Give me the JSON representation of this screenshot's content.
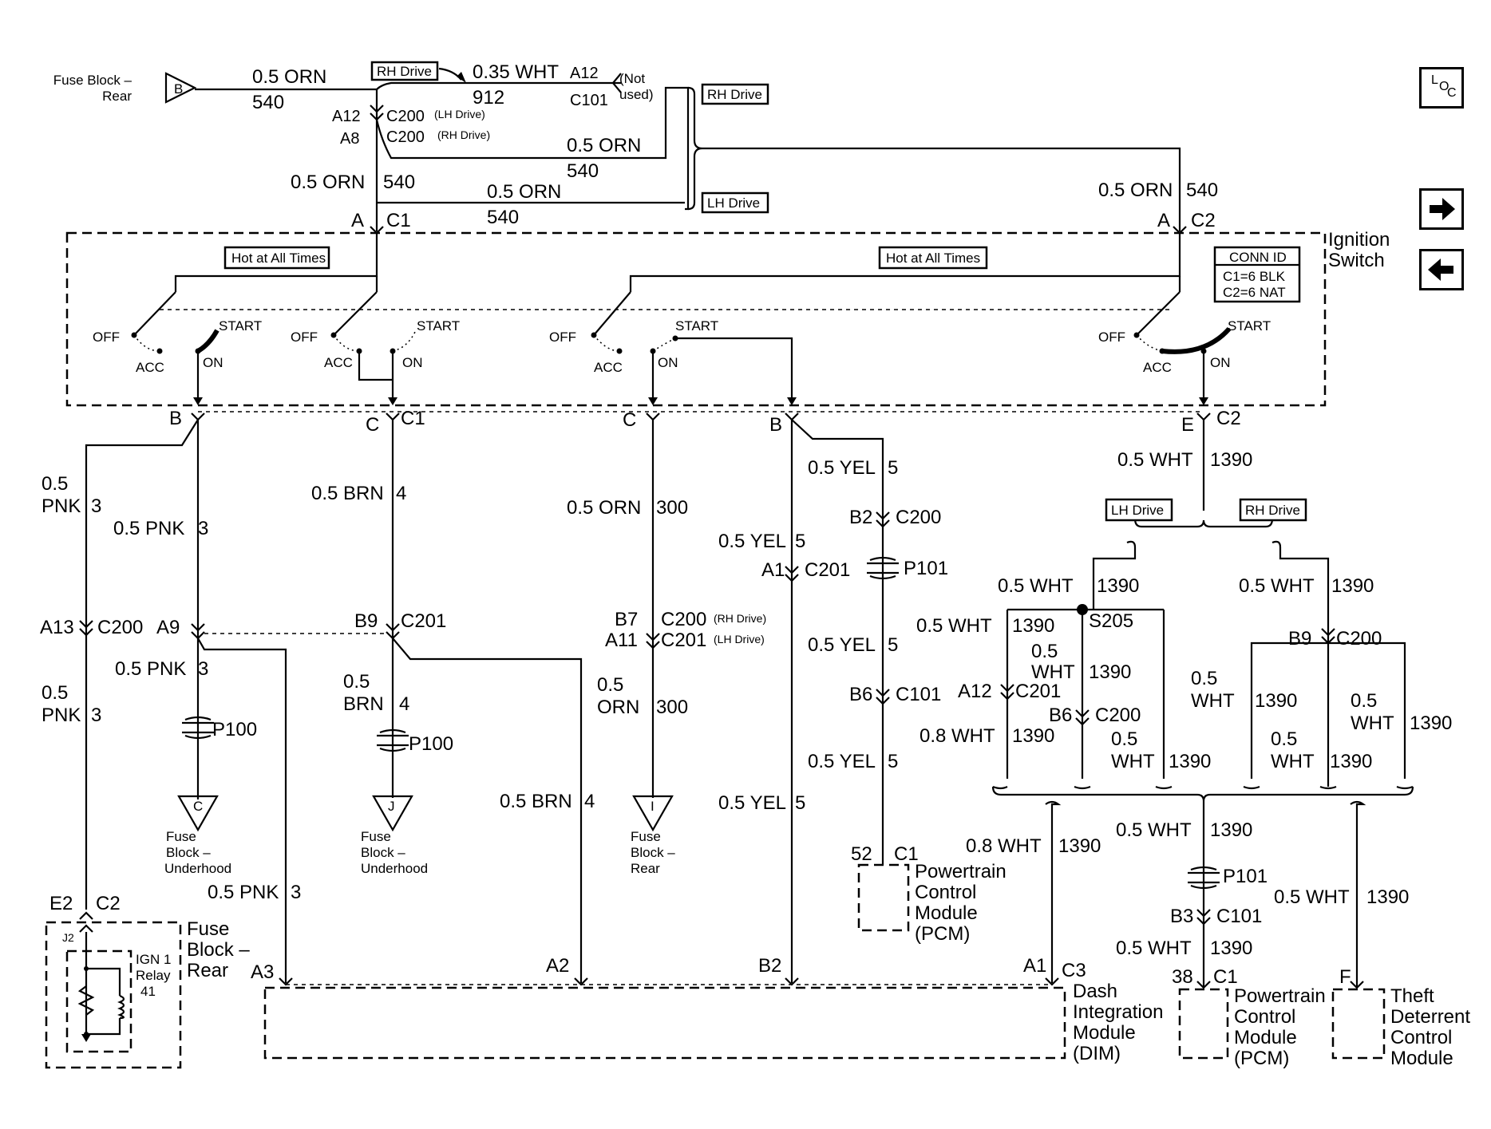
{
  "labels": {
    "fuse_block_rear_src": [
      "Fuse Block –",
      "Rear"
    ],
    "src_letter": "B",
    "top_orn": "0.5 ORN",
    "top_540": "540",
    "rh_drive_tag": "RH Drive",
    "lh_drive_tag": "LH Drive",
    "wht035": "0.35 WHT",
    "c912": "912",
    "a12_top": "A12",
    "c101_top": "C101",
    "not_used": [
      "(Not",
      "used)"
    ],
    "a12_left": "A12",
    "a8_left": "A8",
    "c200_lh": "C200",
    "c200_lh_sub": "(LH Drive)",
    "c200_rh": "C200",
    "c200_rh_sub": "(RH Drive)",
    "orn_mid": "0.5 ORN",
    "c540_mid": "540",
    "orn_left": "0.5 ORN",
    "c540_left": "540",
    "orn_lh": "0.5 ORN",
    "c540_lh": "540",
    "a_c1_a": "A",
    "a_c1_c1": "C1",
    "orn_right": "0.5 ORN",
    "c540_right": "540",
    "a_c2_a": "A",
    "a_c2_c2": "C2",
    "ignition_switch": [
      "Ignition",
      "Switch"
    ],
    "hot_all_times_1": "Hot at All Times",
    "hot_all_times_2": "Hot at All Times",
    "conn_id": {
      "title": "CONN ID",
      "c1": "C1=6 BLK",
      "c2": "C2=6 NAT"
    },
    "sw_off": "OFF",
    "sw_start": "START",
    "sw_acc": "ACC",
    "sw_on": "ON",
    "loc_text": [
      "L",
      "O",
      "C"
    ]
  },
  "lower": {
    "b_left": "B",
    "c_c1": "C",
    "c_c1_c1": "C1",
    "c_mid": "C",
    "b_mid": "B",
    "e_c2": "E",
    "e_c2_c2": "C2",
    "pnk05": "0.5",
    "pnk_word": "PNK",
    "pnk_3": "3",
    "pnk_full": "0.5 PNK",
    "brn_full": "0.5 BRN",
    "brn_4": "4",
    "orn_full": "0.5 ORN",
    "orn_300": "300",
    "yel_full": "0.5 YEL",
    "yel_5": "5",
    "wht_full": "0.5 WHT",
    "wht_1390": "1390",
    "b2_c200": "B2",
    "c200": "C200",
    "a1_c201": "A1",
    "c201": "C201",
    "p101": "P101",
    "p100": "P100",
    "a13": "A13",
    "a9": "A9",
    "b9": "B9",
    "b7": "B7",
    "a11": "A11",
    "c200_rh_sub": "(RH Drive)",
    "c201_lh_sub": "(LH Drive)",
    "c101": "C101",
    "b6": "B6",
    "s205": "S205",
    "a12": "A12",
    "wht08": "0.8 WHT",
    "wht05": "0.5",
    "wht_word": "WHT",
    "orn05": "0.5",
    "orn_word": "ORN",
    "brn05": "0.5",
    "brn_word": "BRN",
    "b3": "B3",
    "fuse_c": "C",
    "fuse_j": "J",
    "fuse_i": "I",
    "fuse_block_underhood": [
      "Fuse",
      "Block –",
      "Underhood"
    ],
    "fuse_block_rear": [
      "Fuse",
      "Block –",
      "Rear"
    ],
    "pcm_top_pin": "52",
    "pcm_top_c1": "C1",
    "pcm_text": [
      "Powertrain",
      "Control",
      "Module",
      "(PCM)"
    ],
    "pcm2_pin": "38",
    "pcm2_c1": "C1",
    "tdcm_pin": "F",
    "tdcm_text": [
      "Theft",
      "Deterrent",
      "Control",
      "Module"
    ],
    "dim_text": [
      "Dash",
      "Integration",
      "Module",
      "(DIM)"
    ],
    "dim_c3": "C3",
    "dim_a1": "A1",
    "dim_a2": "A2",
    "dim_a3": "A3",
    "dim_b2": "B2",
    "e2": "E2",
    "c2": "C2",
    "j2": "J2",
    "fuse_block_rear_box": [
      "Fuse",
      "Block –",
      "Rear"
    ],
    "relay_text": [
      "IGN 1",
      "Relay",
      "41"
    ]
  }
}
